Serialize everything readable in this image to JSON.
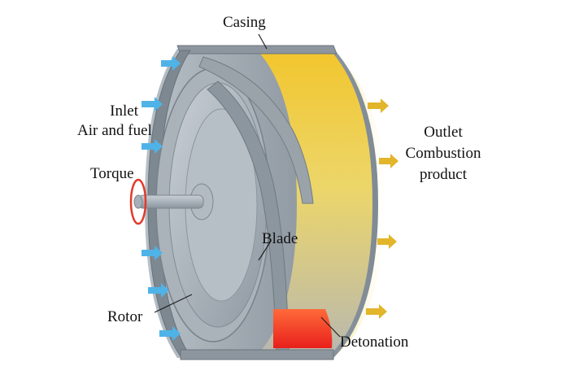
{
  "figure": {
    "labels": {
      "casing": "Casing",
      "inlet": "Inlet",
      "inlet_sub": "Air and fuel",
      "torque": "Torque",
      "outlet": "Outlet",
      "outlet_sub1": "Combustion",
      "outlet_sub2": "product",
      "blade": "Blade",
      "rotor": "Rotor",
      "detonation": "Detonation"
    },
    "colors": {
      "inlet_arrow": "#4fb3e8",
      "outlet_arrow": "#e2b52a",
      "torque_ring": "#e23a2a",
      "detonation": "#f03a2a",
      "combustion": "#f2c933",
      "metal": "#9aa3ab"
    },
    "icons": {
      "inlet_arrows": "arrow-right-icon",
      "outlet_arrows": "arrow-right-icon",
      "torque": "rotation-ring-icon"
    }
  }
}
